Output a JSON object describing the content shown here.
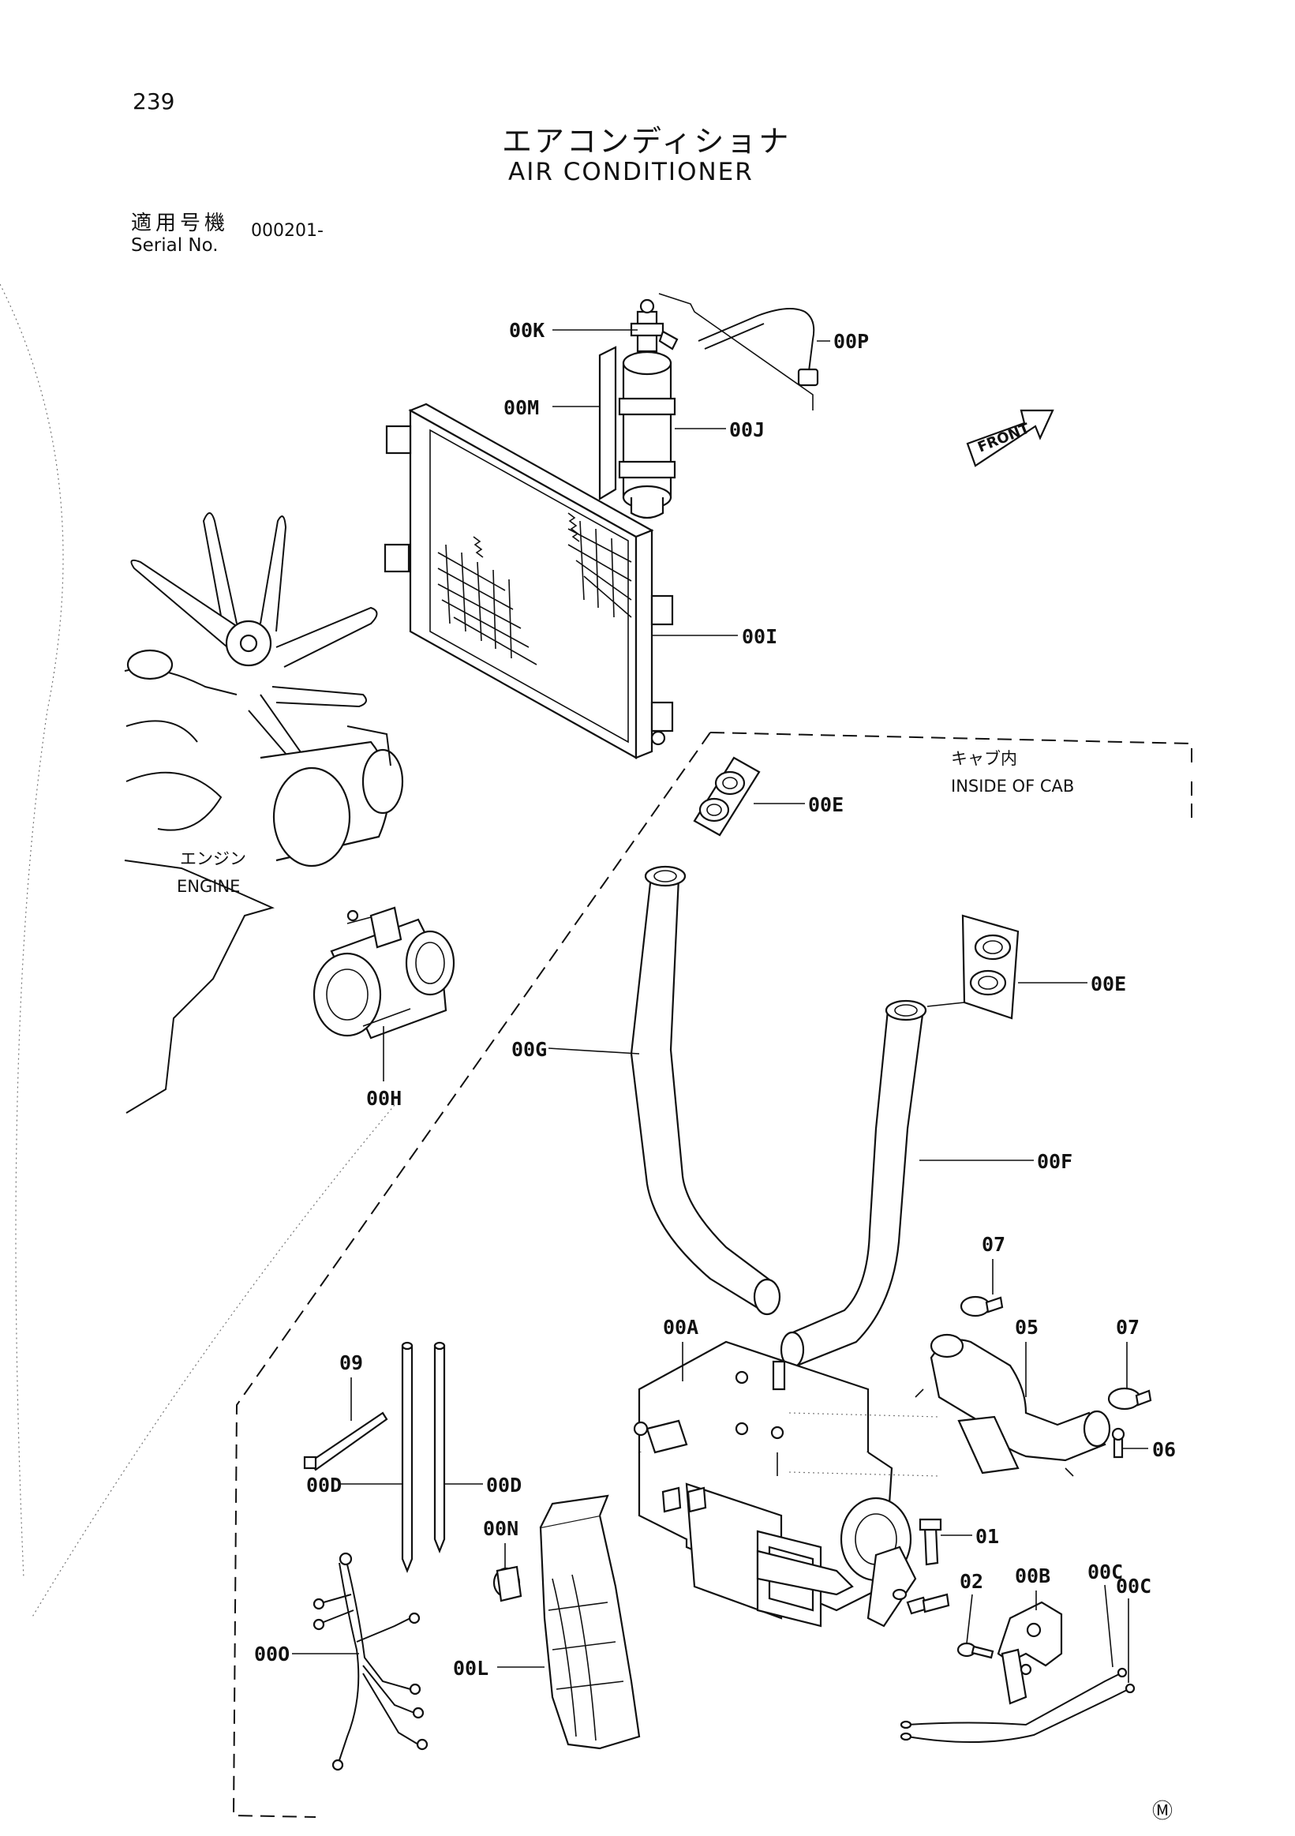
{
  "page": {
    "number": "239",
    "title_jp": "エアコンディショナ",
    "title_en": "AIR CONDITIONER",
    "serial_label_jp": "適用号機",
    "serial_label_en": "Serial No.",
    "serial_value": "000201-",
    "mark": "Ⓜ"
  },
  "regions": {
    "cab_jp": "キャブ内",
    "cab_en": "INSIDE OF CAB",
    "engine_jp": "エンジン",
    "engine_en": "ENGINE",
    "front": "FRONT"
  },
  "callouts": {
    "c00K": "00K",
    "c00P": "00P",
    "c00M": "00M",
    "c00J": "00J",
    "c00I": "00I",
    "c00E_top": "00E",
    "c00E_mid": "00E",
    "c00G": "00G",
    "c00H": "00H",
    "c00F": "00F",
    "c07_left": "07",
    "c07_right": "07",
    "c05": "05",
    "c06": "06",
    "c00A": "00A",
    "c09": "09",
    "c00D_left": "00D",
    "c00D_right": "00D",
    "c00N": "00N",
    "c01": "01",
    "c00B": "00B",
    "c02": "02",
    "c00C_a": "00C",
    "c00C_b": "00C",
    "c00O": "00O",
    "c00L": "00L"
  }
}
